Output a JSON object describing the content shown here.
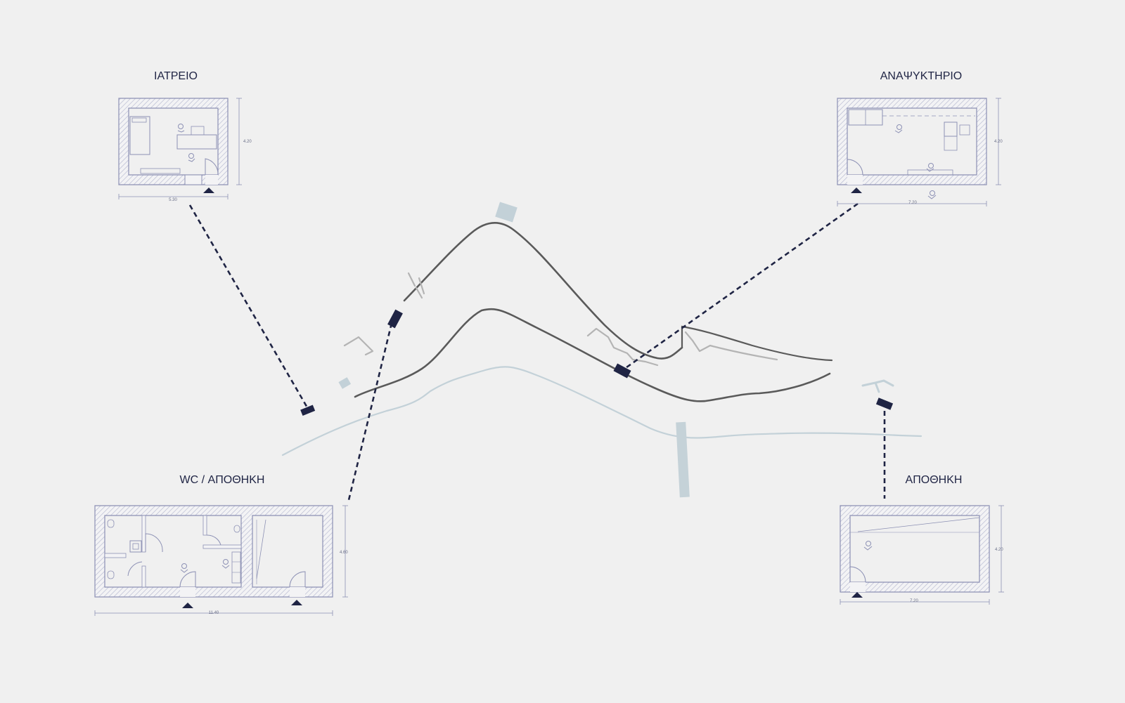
{
  "buildings": {
    "iatreio": {
      "title": "ΙΑΤΡΕΙΟ",
      "width_dim": "5.30",
      "depth_dim": "4.20"
    },
    "anapsyktirio": {
      "title": "ΑΝΑΨΥΚΤΗΡΙΟ",
      "width_dim": "7.20",
      "depth_dim": "4.20"
    },
    "wc_apothiki": {
      "title": "WC / ΑΠΟΘΗΚΗ",
      "width_dim": "11.40",
      "depth_dim": "4.60"
    },
    "apothiki": {
      "title": "ΑΠΟΘΗΚΗ",
      "width_dim": "7.20",
      "depth_dim": "4.20"
    }
  },
  "colors": {
    "background": "#f0f0f0",
    "ink": "#1f2444",
    "plan_line": "#8c90b4",
    "hatch": "#b6b9d0",
    "path": "#5a5a5a",
    "river": "#c3d1d8",
    "grey_feature": "#b4b4b4",
    "pier": "#c5d2d8"
  }
}
